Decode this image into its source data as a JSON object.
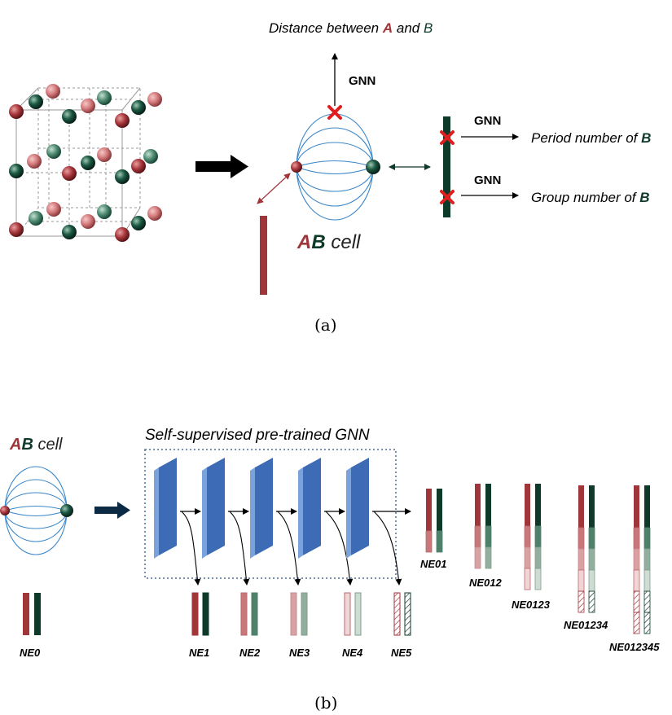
{
  "colors": {
    "red": "#a0353a",
    "green": "#0e3a2a",
    "blue_line": "#3a86c8",
    "layer_blue": "#4f7fc4",
    "black": "#000000"
  },
  "panel_a": {
    "top_label": {
      "prefix": "Distance between ",
      "a": "A",
      "mid": " and ",
      "b": "B"
    },
    "gnn_top": "GNN",
    "gnn_right_1": "GNN",
    "gnn_right_2": "GNN",
    "period_label": {
      "prefix": "Period number of ",
      "b": "B"
    },
    "group_label": {
      "prefix": "Group number of ",
      "b": "B"
    },
    "cell_label": {
      "a": "A",
      "b": "B",
      "suffix": " cell"
    },
    "caption": "(a)"
  },
  "panel_b": {
    "cell_label": {
      "a": "A",
      "b": "B",
      "suffix": " cell"
    },
    "gnn_box_title": "Self-supervised pre-trained GNN",
    "ne_labels": [
      "NE0",
      "NE1",
      "NE2",
      "NE3",
      "NE4",
      "NE5"
    ],
    "concat_labels": [
      "NE01",
      "NE012",
      "NE0123",
      "NE01234",
      "NE012345"
    ],
    "caption": "(b)"
  }
}
